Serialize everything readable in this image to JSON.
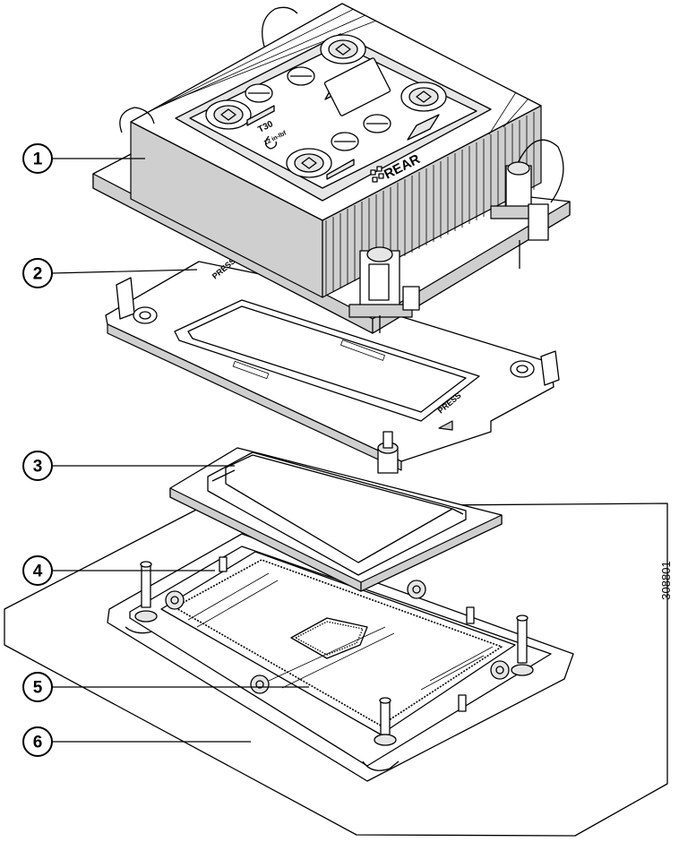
{
  "callouts": [
    {
      "number": "1"
    },
    {
      "number": "2"
    },
    {
      "number": "3"
    },
    {
      "number": "4"
    },
    {
      "number": "5"
    },
    {
      "number": "6"
    }
  ],
  "figure_id": "308801",
  "heatsink_labels": {
    "rear": "REAR",
    "driver": "T30",
    "torque": "12 in-lbf"
  },
  "carrier_labels": {
    "press_front": "PRESS",
    "press_rear": "PRESS"
  }
}
